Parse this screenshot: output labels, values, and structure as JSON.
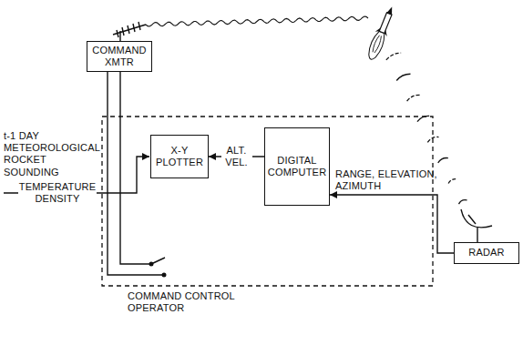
{
  "diagram": {
    "nodes": [
      {
        "text": [
          "COMMAND XMTR"
        ]
      },
      {
        "text": [
          "X-Y PLOTTER"
        ]
      },
      {
        "text": [
          "DIGITAL COMPUTER"
        ]
      },
      {
        "text": [
          "RADAR"
        ]
      }
    ],
    "edges": [
      {
        "from": 2,
        "to": 1,
        "label": "ALT. VEL.",
        "arrow": "to"
      },
      {
        "from": 3,
        "to": 2,
        "label": "RANGE, ELEVATION, AZIMUTH",
        "arrow": "to"
      }
    ],
    "labels": [
      "t-1 DAY METEOROLOGICAL ROCKET SOUNDING",
      "TEMPERATURE DENSITY",
      "COMMAND CONTROL OPERATOR"
    ]
  }
}
